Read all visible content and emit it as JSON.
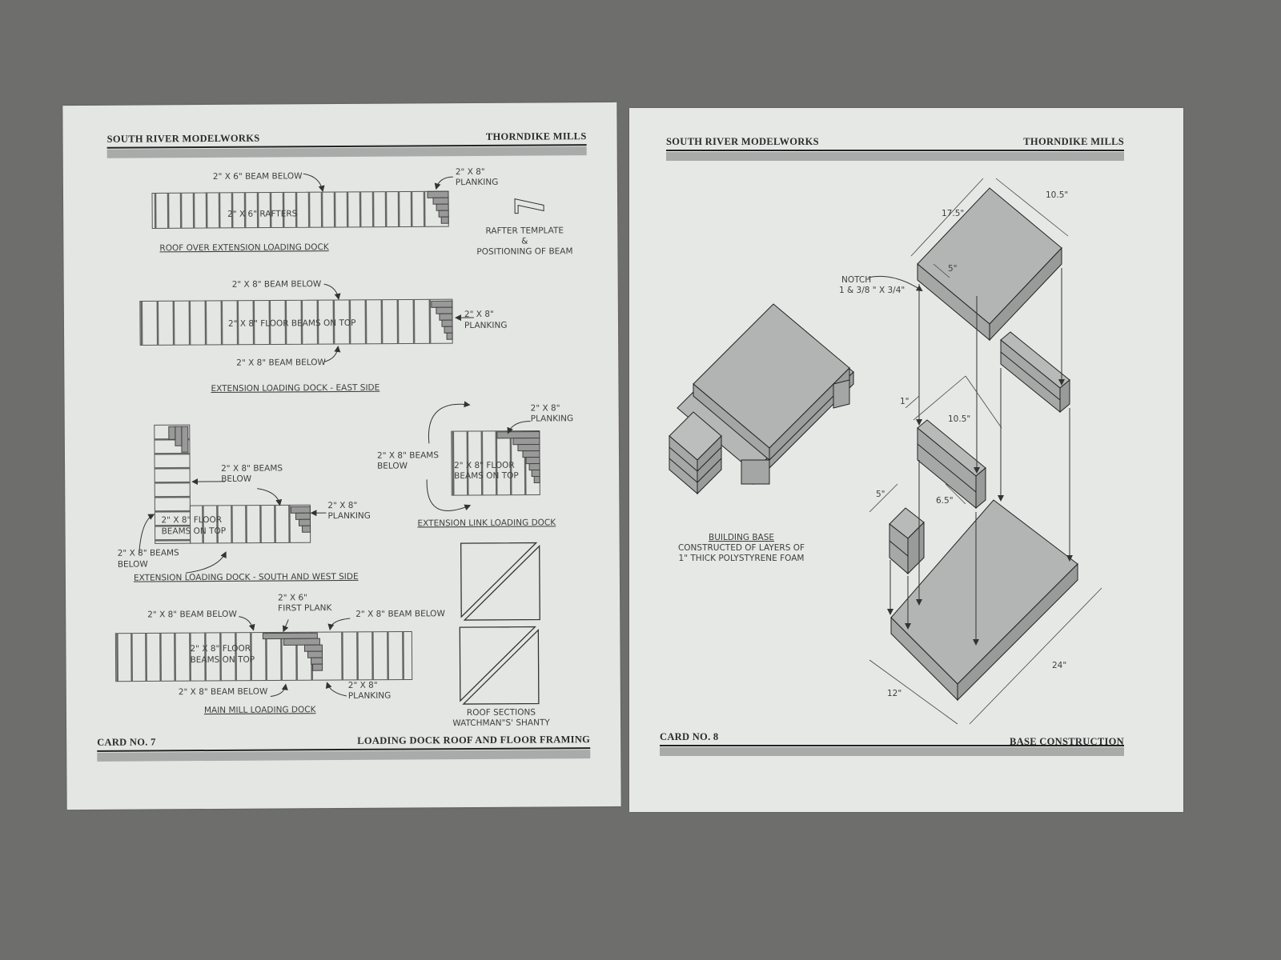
{
  "background_color": "#6e6f6d",
  "cards": [
    {
      "header_left": "SOUTH RIVER MODELWORKS",
      "header_right": "THORNDIKE MILLS",
      "footer_left": "CARD NO. 7",
      "footer_right": "LOADING DOCK ROOF AND FLOOR FRAMING",
      "diagrams": {
        "roof": {
          "title": "ROOF OVER EXTENSION  LOADING DOCK",
          "beam_label": "2\" X 6\" BEAM BELOW",
          "rafters_label": "2\" X 6\" RAFTERS",
          "planking_label_1": "2\" X 8\"",
          "planking_label_2": "PLANKING"
        },
        "template": {
          "line1": "RAFTER TEMPLATE",
          "line2": "&",
          "line3": "POSITIONING OF BEAM"
        },
        "east": {
          "title": "EXTENSION LOADING DOCK - EAST SIDE",
          "beam_above": "2\" X 8\" BEAM BELOW",
          "beam_below": "2\" X 8\" BEAM BELOW",
          "floor_label": "2\" X 8\" FLOOR BEAMS ON TOP",
          "planking_label_1": "2\" X 8\"",
          "planking_label_2": "PLANKING"
        },
        "south_west": {
          "title": "EXTENSION LOADING DOCK - SOUTH AND WEST SIDE",
          "beams_right_1": "2\" X 8\" BEAMS",
          "beams_right_2": "BELOW",
          "beams_left_1": "2\" X 8\" BEAMS",
          "beams_left_2": "BELOW",
          "floor_label_1": "2\" X 8\" FLOOR",
          "floor_label_2": "BEAMS  ON TOP",
          "planking_label_1": "2\" X 8\"",
          "planking_label_2": "PLANKING"
        },
        "link": {
          "title": "EXTENSION LINK LOADING DOCK",
          "beams_1": "2\" X 8\" BEAMS",
          "beams_2": "BELOW",
          "floor_label_1": "2\" X 8\" FLOOR",
          "floor_label_2": "BEAMS  ON TOP",
          "planking_label_1": "2\" X 8\"",
          "planking_label_2": "PLANKING"
        },
        "main_mill": {
          "title": "MAIN MILL LOADING DOCK",
          "beam_left": "2\" X 8\" BEAM BELOW",
          "first_plank_1": "2\" X 6\"",
          "first_plank_2": "FIRST PLANK",
          "beam_right": "2\" X 8\" BEAM BELOW",
          "beam_bottom": "2\" X 8\" BEAM BELOW",
          "floor_label_1": "2\" X 8\" FLOOR",
          "floor_label_2": "BEAMS  ON TOP",
          "planking_label_1": "2\" X 8\"",
          "planking_label_2": "PLANKING"
        },
        "roof_sections": {
          "line1": "ROOF SECTIONS",
          "line2": "WATCHMAN\"S' SHANTY"
        }
      }
    },
    {
      "header_left": "SOUTH RIVER MODELWORKS",
      "header_right": "THORNDIKE MILLS",
      "footer_left": "CARD NO. 8",
      "footer_right": "BASE CONSTRUCTION",
      "diagrams": {
        "building_base": {
          "title": "BUILDING BASE",
          "line1": "CONSTRUCTED OF LAYERS  OF",
          "line2": "1\" THICK POLYSTYRENE FOAM"
        },
        "exploded": {
          "notch_1": "NOTCH",
          "notch_2": "1 & 3/8 \" X 3/4\"",
          "dim_top_length": "17.5\"",
          "dim_top_width": "10.5\"",
          "dim_notch": "5\"",
          "dim_beam_thickness": "1\"",
          "dim_beam_length": "10.5\"",
          "dim_block_a": "5\"",
          "dim_block_b": "6.5\"",
          "dim_base_width": "12\"",
          "dim_base_length": "24\""
        }
      }
    }
  ]
}
